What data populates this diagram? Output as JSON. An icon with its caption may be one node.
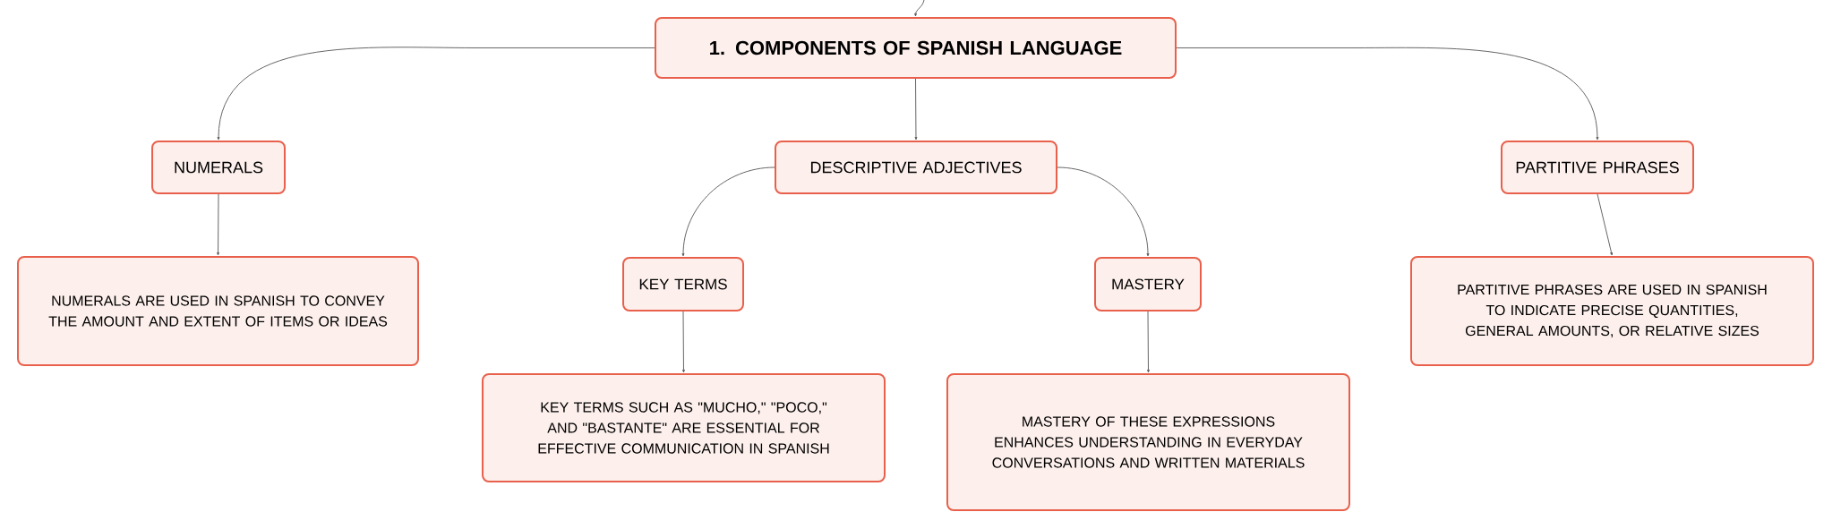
{
  "diagram": {
    "nodes": [
      {
        "text": [
          "1. COMPONENTS OF SPANISH LANGUAGE"
        ]
      },
      {
        "text": [
          "NUMERALS"
        ]
      },
      {
        "text": [
          "DESCRIPTIVE ADJECTIVES"
        ]
      },
      {
        "text": [
          "PARTITIVE PHRASES"
        ]
      },
      {
        "text": [
          "NUMERALS ARE USED IN SPANISH TO CONVEY THE AMOUNT AND EXTENT OF ITEMS OR IDEAS"
        ]
      },
      {
        "text": [
          "KEY TERMS"
        ]
      },
      {
        "text": [
          "MASTERY"
        ]
      },
      {
        "text": [
          "PARTITIVE PHRASES ARE USED IN SPANISH TO INDICATE PRECISE QUANTITIES, GENERAL AMOUNTS, OR RELATIVE SIZES"
        ]
      },
      {
        "text": [
          "KEY TERMS SUCH AS \"MUCHO,\" \"POCO,\" AND \"BASTANTE\" ARE ESSENTIAL FOR EFFECTIVE COMMUNICATION IN SPANISH"
        ]
      },
      {
        "text": [
          "MASTERY OF THESE EXPRESSIONS ENHANCES UNDERSTANDING IN EVERYDAY CONVERSATIONS AND WRITTEN MATERIALS"
        ]
      }
    ],
    "edges": [
      {
        "from": null,
        "to": 0,
        "arrow": "to"
      },
      {
        "from": 0,
        "to": 1,
        "arrow": "to"
      },
      {
        "from": 0,
        "to": 2,
        "arrow": "to"
      },
      {
        "from": 0,
        "to": 3,
        "arrow": "to"
      },
      {
        "from": 1,
        "to": 4,
        "arrow": "to"
      },
      {
        "from": 2,
        "to": 5,
        "arrow": "to"
      },
      {
        "from": 2,
        "to": 6,
        "arrow": "to"
      },
      {
        "from": 3,
        "to": 7,
        "arrow": "to"
      },
      {
        "from": 5,
        "to": 8,
        "arrow": "to"
      },
      {
        "from": 6,
        "to": 9,
        "arrow": "to"
      }
    ]
  }
}
